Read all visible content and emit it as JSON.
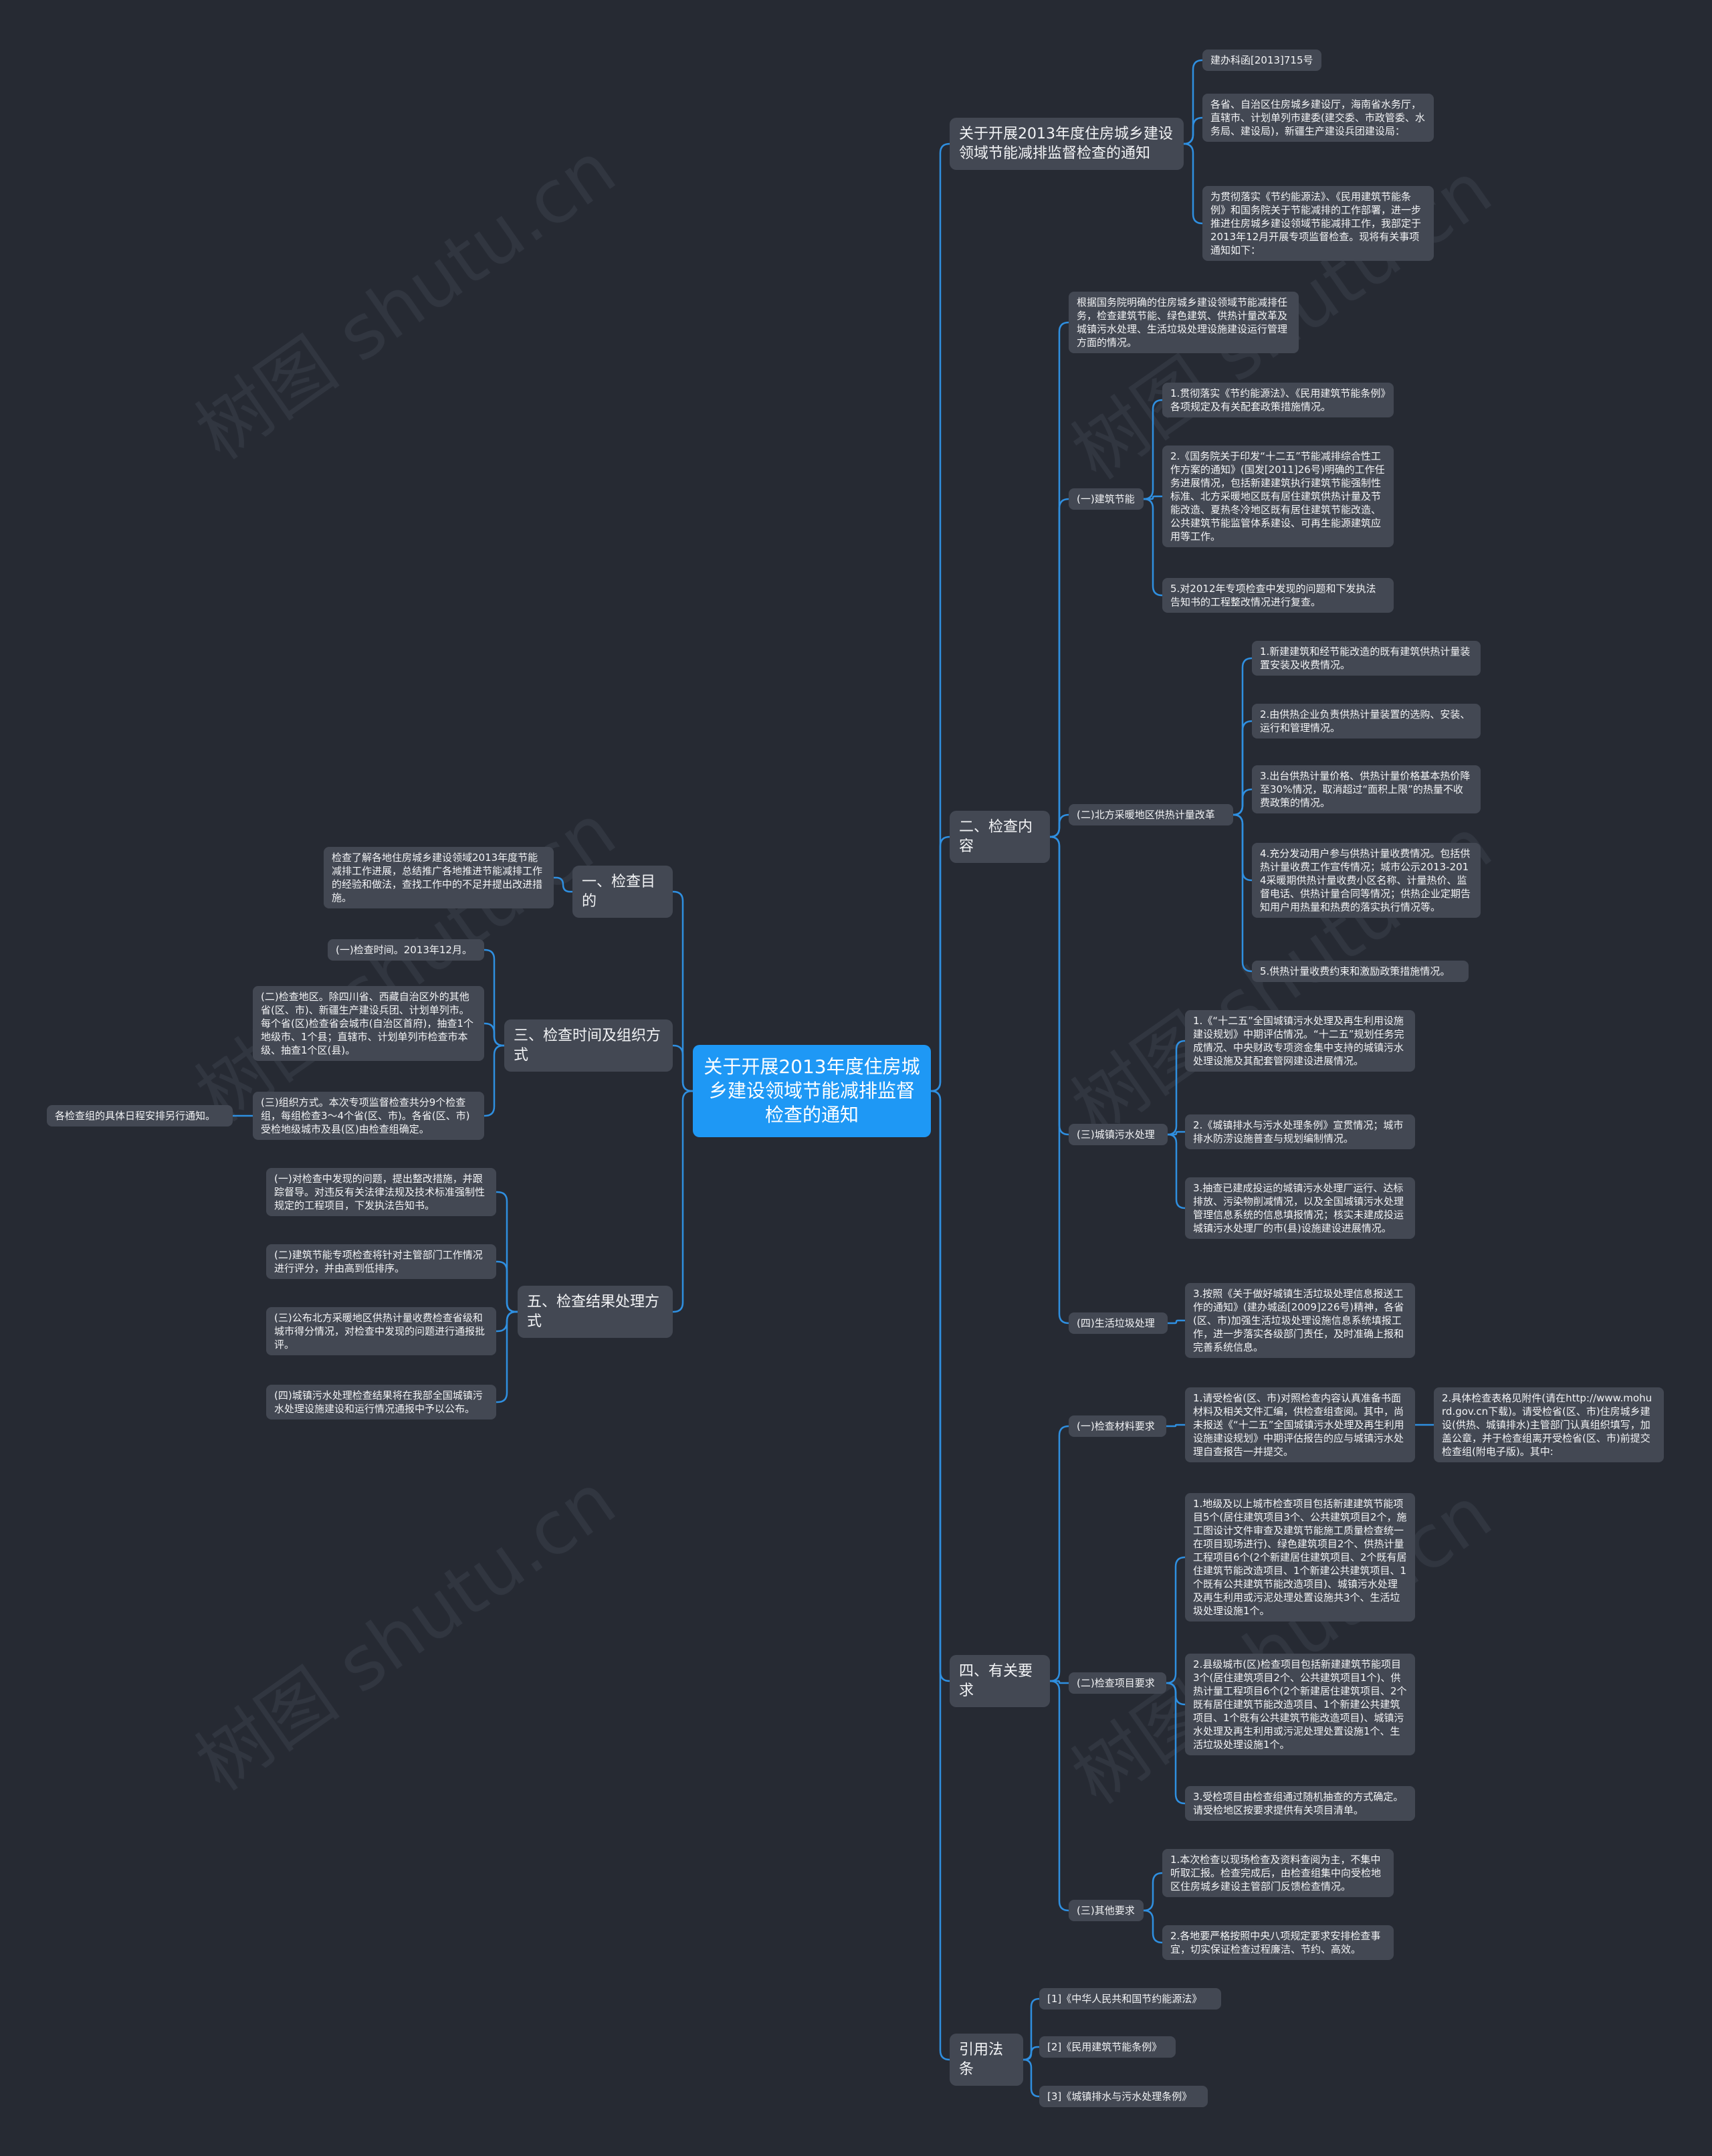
{
  "watermark": "树图 shutu.cn",
  "colors": {
    "background": "#262a33",
    "node": "#434853",
    "root": "#1e98f5",
    "line": "#2f8fe0",
    "text": "#f2f3f5"
  },
  "root": "关于开展2013年度住房城乡建设领域节能减排监督检查的通知",
  "right": [
    {
      "label": "关于开展2013年度住房城乡建设领域节能减排监督检查的通知",
      "children": [
        {
          "label": "建办科函[2013]715号"
        },
        {
          "label": "各省、自治区住房城乡建设厅，海南省水务厅，直辖市、计划单列市建委(建交委、市政管委、水务局、建设局)，新疆生产建设兵团建设局："
        },
        {
          "label": "为贯彻落实《节约能源法》、《民用建筑节能条例》和国务院关于节能减排的工作部署，进一步推进住房城乡建设领域节能减排工作，我部定于2013年12月开展专项监督检查。现将有关事项通知如下："
        }
      ]
    },
    {
      "label": "二、检查内容",
      "children": [
        {
          "label": "根据国务院明确的住房城乡建设领域节能减排任务，检查建筑节能、绿色建筑、供热计量改革及城镇污水处理、生活垃圾处理设施建设运行管理方面的情况。"
        },
        {
          "label": "(一)建筑节能",
          "children": [
            {
              "label": "1.贯彻落实《节约能源法》、《民用建筑节能条例》各项规定及有关配套政策措施情况。"
            },
            {
              "label": "2.《国务院关于印发“十二五”节能减排综合性工作方案的通知》(国发[2011]26号)明确的工作任务进展情况，包括新建建筑执行建筑节能强制性标准、北方采暖地区既有居住建筑供热计量及节能改造、夏热冬冷地区既有居住建筑节能改造、公共建筑节能监管体系建设、可再生能源建筑应用等工作。"
            },
            {
              "label": "5.对2012年专项检查中发现的问题和下发执法告知书的工程整改情况进行复查。"
            }
          ]
        },
        {
          "label": "(二)北方采暖地区供热计量改革",
          "children": [
            {
              "label": "1.新建建筑和经节能改造的既有建筑供热计量装置安装及收费情况。"
            },
            {
              "label": "2.由供热企业负责供热计量装置的选购、安装、运行和管理情况。"
            },
            {
              "label": "3.出台供热计量价格、供热计量价格基本热价降至30%情况，取消超过“面积上限”的热量不收费政策的情况。"
            },
            {
              "label": "4.充分发动用户参与供热计量收费情况。包括供热计量收费工作宣传情况；城市公示2013-2014采暖期供热计量收费小区名称、计量热价、监督电话、供热计量合同等情况；供热企业定期告知用户用热量和热费的落实执行情况等。"
            },
            {
              "label": "5.供热计量收费约束和激励政策措施情况。"
            }
          ]
        },
        {
          "label": "(三)城镇污水处理",
          "children": [
            {
              "label": "1.《“十二五”全国城镇污水处理及再生利用设施建设规划》中期评估情况。“十二五”规划任务完成情况、中央财政专项资金集中支持的城镇污水处理设施及其配套管网建设进展情况。"
            },
            {
              "label": "2.《城镇排水与污水处理条例》宣贯情况；城市排水防涝设施普查与规划编制情况。"
            },
            {
              "label": "3.抽查已建成投运的城镇污水处理厂运行、达标排放、污染物削减情况，以及全国城镇污水处理管理信息系统的信息填报情况；核实未建成投运城镇污水处理厂的市(县)设施建设进展情况。"
            }
          ]
        },
        {
          "label": "(四)生活垃圾处理",
          "children": [
            {
              "label": "3.按照《关于做好城镇生活垃圾处理信息报送工作的通知》(建办城函[2009]226号)精神，各省(区、市)加强生活垃圾处理设施信息系统填报工作，进一步落实各级部门责任，及时准确上报和完善系统信息。"
            }
          ]
        }
      ]
    },
    {
      "label": "四、有关要求",
      "children": [
        {
          "label": "(一)检查材料要求",
          "children": [
            {
              "label": "1.请受检省(区、市)对照检查内容认真准备书面材料及相关文件汇编，供检查组查阅。其中，尚未报送《“十二五”全国城镇污水处理及再生利用设施建设规划》中期评估报告的应与城镇污水处理自查报告一并提交。",
              "children": [
                {
                  "label": "2.具体检查表格见附件(请在http://www.mohurd.gov.cn下载)。请受检省(区、市)住房城乡建设(供热、城镇排水)主管部门认真组织填写，加盖公章，并于检查组离开受检省(区、市)前提交检查组(附电子版)。其中:"
                }
              ]
            }
          ]
        },
        {
          "label": "(二)检查项目要求",
          "children": [
            {
              "label": "1.地级及以上城市检查项目包括新建建筑节能项目5个(居住建筑项目3个、公共建筑项目2个，施工图设计文件审查及建筑节能施工质量检查统一在项目现场进行)、绿色建筑项目2个、供热计量工程项目6个(2个新建居住建筑项目、2个既有居住建筑节能改造项目、1个新建公共建筑项目、1个既有公共建筑节能改造项目)、城镇污水处理及再生利用或污泥处理处置设施共3个、生活垃圾处理设施1个。"
            },
            {
              "label": "2.县级城市(区)检查项目包括新建建筑节能项目3个(居住建筑项目2个、公共建筑项目1个)、供热计量工程项目6个(2个新建居住建筑项目、2个既有居住建筑节能改造项目、1个新建公共建筑项目、1个既有公共建筑节能改造项目)、城镇污水处理及再生利用或污泥处理处置设施1个、生活垃圾处理设施1个。"
            },
            {
              "label": "3.受检项目由检查组通过随机抽查的方式确定。请受检地区按要求提供有关项目清单。"
            }
          ]
        },
        {
          "label": "(三)其他要求",
          "children": [
            {
              "label": "1.本次检查以现场检查及资料查阅为主，不集中听取汇报。检查完成后，由检查组集中向受检地区住房城乡建设主管部门反馈检查情况。"
            },
            {
              "label": "2.各地要严格按照中央八项规定要求安排检查事宜，切实保证检查过程廉洁、节约、高效。"
            }
          ]
        }
      ]
    },
    {
      "label": "引用法条",
      "children": [
        {
          "label": "[1]《中华人民共和国节约能源法》"
        },
        {
          "label": "[2]《民用建筑节能条例》"
        },
        {
          "label": "[3]《城镇排水与污水处理条例》"
        }
      ]
    }
  ],
  "left": [
    {
      "label": "一、检查目的",
      "children": [
        {
          "label": "检查了解各地住房城乡建设领域2013年度节能减排工作进展，总结推广各地推进节能减排工作的经验和做法，查找工作中的不足并提出改进措施。"
        }
      ]
    },
    {
      "label": "三、检查时间及组织方式",
      "children": [
        {
          "label": "(一)检查时间。2013年12月。"
        },
        {
          "label": "(二)检查地区。除四川省、西藏自治区外的其他省(区、市)、新疆生产建设兵团、计划单列市。每个省(区)检查省会城市(自治区首府)，抽查1个地级市、1个县；直辖市、计划单列市检查市本级、抽查1个区(县)。"
        },
        {
          "label": "(三)组织方式。本次专项监督检查共分9个检查组，每组检查3～4个省(区、市)。各省(区、市)受检地级城市及县(区)由检查组确定。",
          "children": [
            {
              "label": "各检查组的具体日程安排另行通知。"
            }
          ]
        }
      ]
    },
    {
      "label": "五、检查结果处理方式",
      "children": [
        {
          "label": "(一)对检查中发现的问题，提出整改措施，并跟踪督导。对违反有关法律法规及技术标准强制性规定的工程项目，下发执法告知书。"
        },
        {
          "label": "(二)建筑节能专项检查将针对主管部门工作情况进行评分，并由高到低排序。"
        },
        {
          "label": "(三)公布北方采暖地区供热计量收费检查省级和城市得分情况，对检查中发现的问题进行通报批评。"
        },
        {
          "label": "(四)城镇污水处理检查结果将在我部全国城镇污水处理设施建设和运行情况通报中予以公布。"
        }
      ]
    }
  ]
}
